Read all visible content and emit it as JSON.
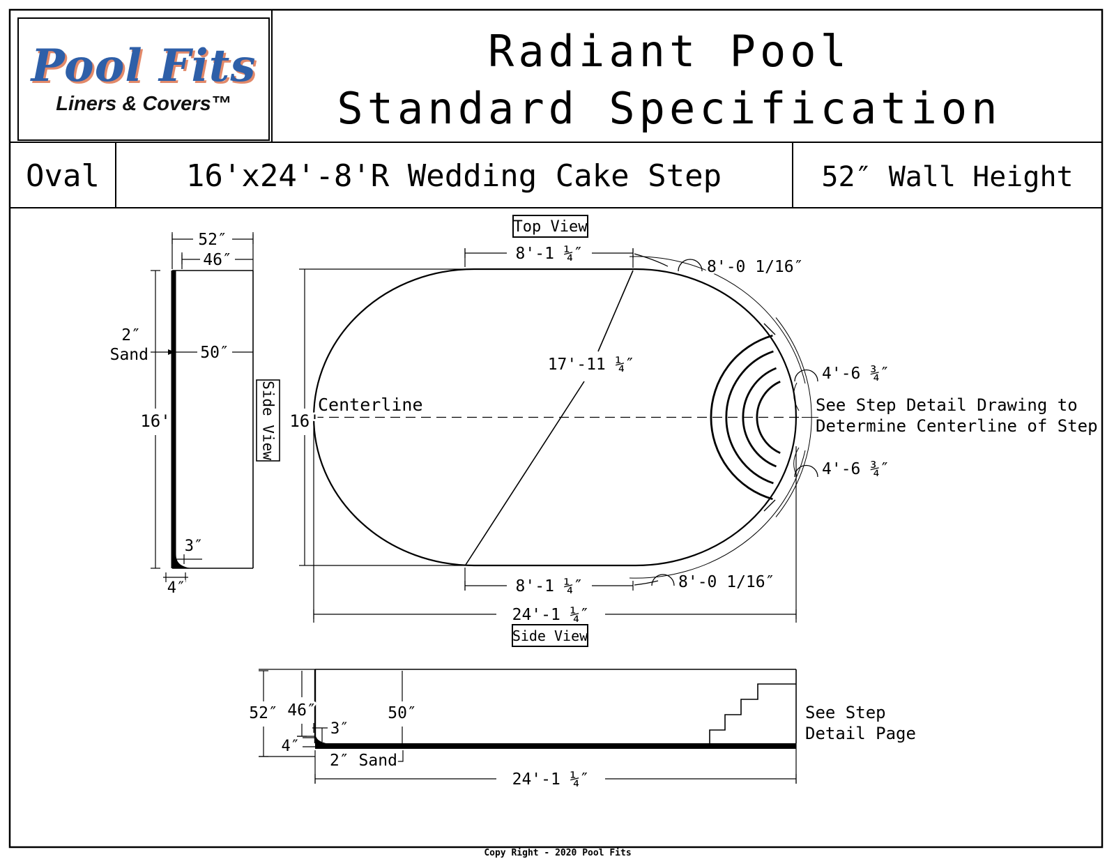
{
  "logo": {
    "brand": "Pool Fits",
    "tagline": "Liners & Covers™"
  },
  "title": {
    "line1": "Radiant Pool",
    "line2": "Standard Specification"
  },
  "spec_row": {
    "shape": "Oval",
    "model": "16'x24'-8'R Wedding Cake Step",
    "wall": "52″ Wall Height"
  },
  "top_view": {
    "label": "Top View",
    "centerline": "Centerline",
    "width": "16'",
    "length": "24'-1 ¼″",
    "straight_top": "8'-1 ¼″",
    "straight_bottom": "8'-1 ¼″",
    "end_radius_top": "8'-0 1/16″",
    "end_radius_bottom": "8'-0 1/16″",
    "diagonal": "17'-11 ¼″",
    "step_half_top": "4'-6 ¾″",
    "step_half_bottom": "4'-6 ¾″",
    "note1": "See Step Detail Drawing to",
    "note2": "Determine Centerline of Step"
  },
  "side_view_left": {
    "label": "Side View",
    "overall_height": "52″",
    "liner_height": "46″",
    "water_depth": "50″",
    "pool_width": "16'",
    "corner_radius": "3″",
    "base": "4″",
    "sand1": "2″",
    "sand2": "Sand"
  },
  "side_view_bottom": {
    "label": "Side View",
    "overall_height": "52″",
    "liner_height": "46″",
    "water_depth": "50″",
    "corner_radius": "3″",
    "base": "4″",
    "sand": "2″ Sand",
    "length": "24'-1 ¼″",
    "note1": "See Step",
    "note2": "Detail Page"
  },
  "footer": {
    "copyright": "Copy Right - 2020 Pool Fits"
  }
}
